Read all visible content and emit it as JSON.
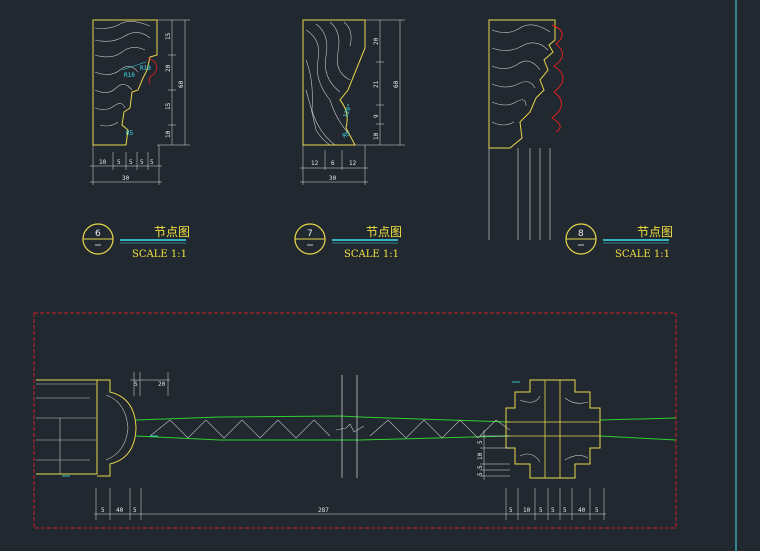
{
  "colors": {
    "background": "#212830",
    "profile": "#e8d84a",
    "grain": "#c8c8c8",
    "dimension": "#e0e0e0",
    "cyan": "#40e0f0",
    "red": "#e02020",
    "green": "#30d030",
    "frame": "#d02020"
  },
  "details": [
    {
      "tag": "6",
      "title": "节点图",
      "scale": "SCALE  1:1",
      "bottom_dims": [
        "10",
        "5",
        "5",
        "5",
        "5"
      ],
      "total_dim": "30",
      "right_dims": [
        "15",
        "20",
        "15",
        "10"
      ],
      "right_total": "60",
      "angles": [
        "R10",
        "R10",
        "R5"
      ]
    },
    {
      "tag": "7",
      "title": "节点图",
      "scale": "SCALE  1:1",
      "bottom_dims": [
        "12",
        "6",
        "12"
      ],
      "total_dim": "30",
      "right_dims": [
        "20",
        "21",
        "9",
        "10"
      ],
      "right_total": "60",
      "angles": [
        "120°",
        "R5"
      ]
    },
    {
      "tag": "8",
      "title": "节点图",
      "scale": "SCALE  1:1"
    }
  ],
  "plan": {
    "top_dims": [
      "5",
      "20"
    ],
    "bottom_dims_left": [
      "5",
      "40",
      "5"
    ],
    "bottom_center": "287",
    "bottom_dims_right": [
      "5",
      "10",
      "5",
      "5",
      "5",
      "40",
      "5"
    ],
    "side_dims": [
      "5",
      "10",
      "5",
      "5"
    ]
  }
}
